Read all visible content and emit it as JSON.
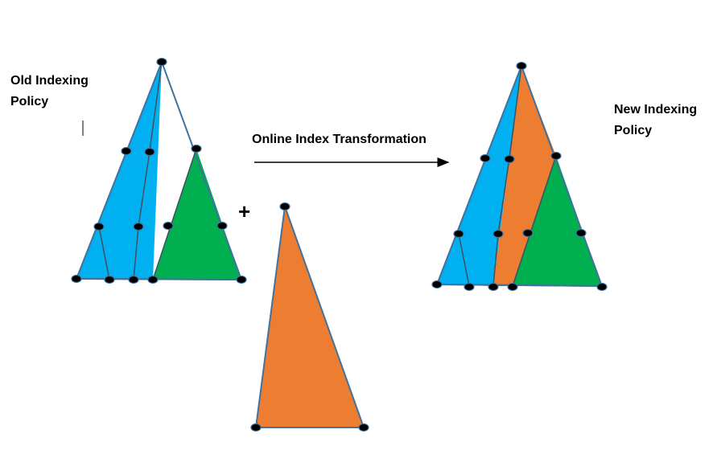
{
  "labels": {
    "old_policy": "Old Indexing Policy",
    "new_policy": "New Indexing Policy",
    "transformation": "Online Index Transformation",
    "plus": "+"
  },
  "colors": {
    "blue_region": "#00B0F0",
    "green_region": "#00B050",
    "orange_region": "#ED7D31",
    "outline": "#41719C",
    "node": "#000000",
    "arrow": "#000000"
  }
}
